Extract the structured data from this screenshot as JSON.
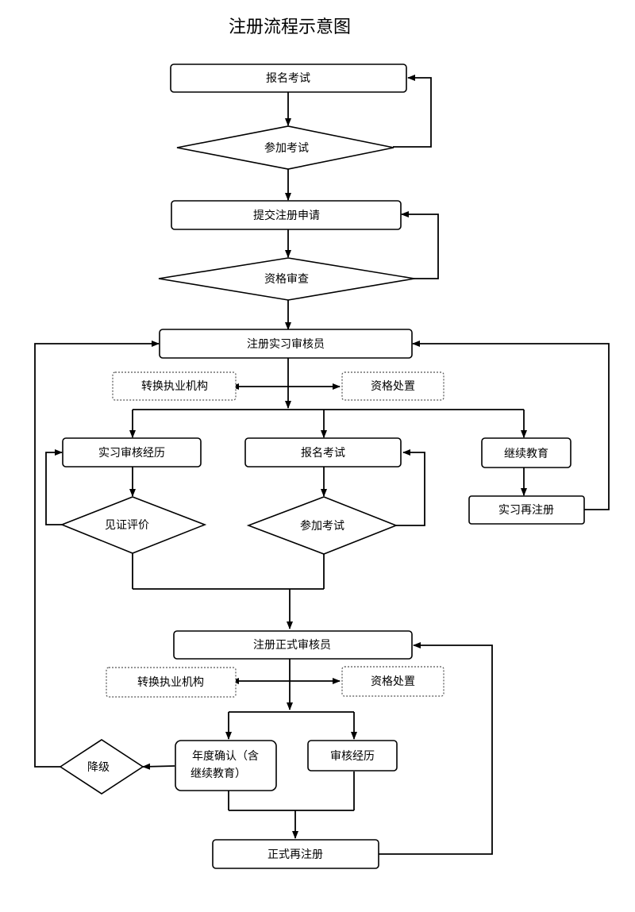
{
  "title": "注册流程示意图",
  "nodes": {
    "n1": "报名考试",
    "n2": "参加考试",
    "n3": "提交注册申请",
    "n4": "资格审查",
    "n5": "注册实习审核员",
    "n6": "转换执业机构",
    "n7": "资格处置",
    "n8": "实习审核经历",
    "n9": "报名考试",
    "n10": "继续教育",
    "n11": "见证评价",
    "n12": "参加考试",
    "n13": "实习再注册",
    "n14": "注册正式审核员",
    "n15": "转换执业机构",
    "n16": "资格处置",
    "n17_line1": "年度确认（含",
    "n17_line2": "继续教育）",
    "n18": "审核经历",
    "n19": "降级",
    "n20": "正式再注册"
  }
}
